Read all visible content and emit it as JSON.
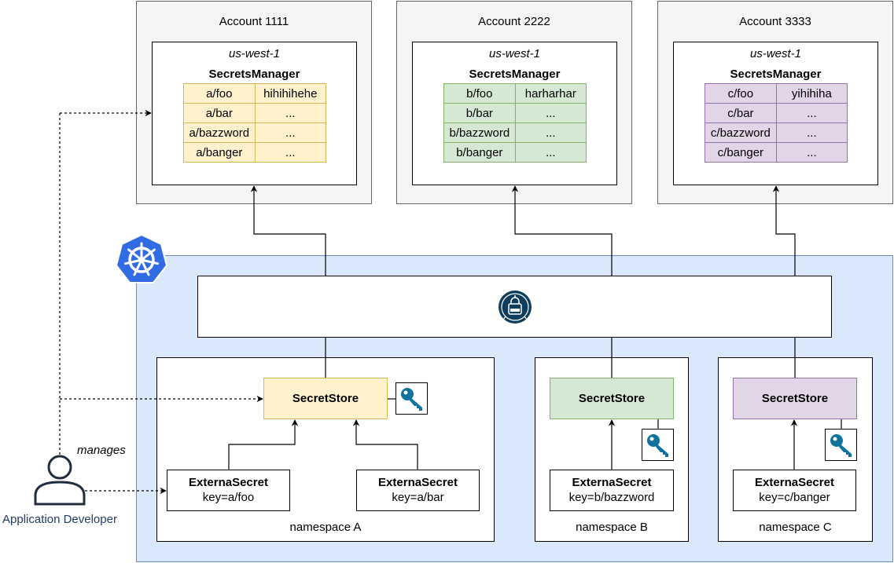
{
  "accounts": [
    {
      "title": "Account 1111",
      "region": "us-west-1",
      "service": "SecretsManager",
      "secrets": [
        {
          "key": "a/foo",
          "value": "hihihihehe"
        },
        {
          "key": "a/bar",
          "value": "..."
        },
        {
          "key": "a/bazzword",
          "value": "..."
        },
        {
          "key": "a/banger",
          "value": "..."
        }
      ]
    },
    {
      "title": "Account 2222",
      "region": "us-west-1",
      "service": "SecretsManager",
      "secrets": [
        {
          "key": "b/foo",
          "value": "harharhar"
        },
        {
          "key": "b/bar",
          "value": "..."
        },
        {
          "key": "b/bazzword",
          "value": "..."
        },
        {
          "key": "b/banger",
          "value": "..."
        }
      ]
    },
    {
      "title": "Account 3333",
      "region": "us-west-1",
      "service": "SecretsManager",
      "secrets": [
        {
          "key": "c/foo",
          "value": "yihihiha"
        },
        {
          "key": "c/bar",
          "value": "..."
        },
        {
          "key": "c/bazzword",
          "value": "..."
        },
        {
          "key": "c/banger",
          "value": "..."
        }
      ]
    }
  ],
  "namespaces": [
    {
      "label": "namespace A",
      "store": "SecretStore",
      "external_secrets": [
        {
          "title": "ExternaSecret",
          "key": "key=a/foo"
        },
        {
          "title": "ExternaSecret",
          "key": "key=a/bar"
        }
      ]
    },
    {
      "label": "namespace B",
      "store": "SecretStore",
      "external_secrets": [
        {
          "title": "ExternaSecret",
          "key": "key=b/bazzword"
        }
      ]
    },
    {
      "label": "namespace C",
      "store": "SecretStore",
      "external_secrets": [
        {
          "title": "ExternaSecret",
          "key": "key=c/banger"
        }
      ]
    }
  ],
  "actor": {
    "label": "Application Developer",
    "relation": "manages"
  },
  "icons": {
    "cluster": "kubernetes-icon",
    "operator": "external-secrets-operator-icon",
    "credential": "key-icon",
    "actor": "user-icon"
  },
  "colors": {
    "account_a": {
      "fill": "#fff2cc",
      "stroke": "#d6b656"
    },
    "account_b": {
      "fill": "#d5e8d4",
      "stroke": "#82b366"
    },
    "account_c": {
      "fill": "#e1d5e7",
      "stroke": "#9673a6"
    },
    "cluster_fill": "#dae8fc",
    "cluster_stroke": "#6c8ebf",
    "kubernetes_blue": "#326ce5",
    "operator_icon": "#0e3e5b",
    "key_icon": "#10739e"
  }
}
